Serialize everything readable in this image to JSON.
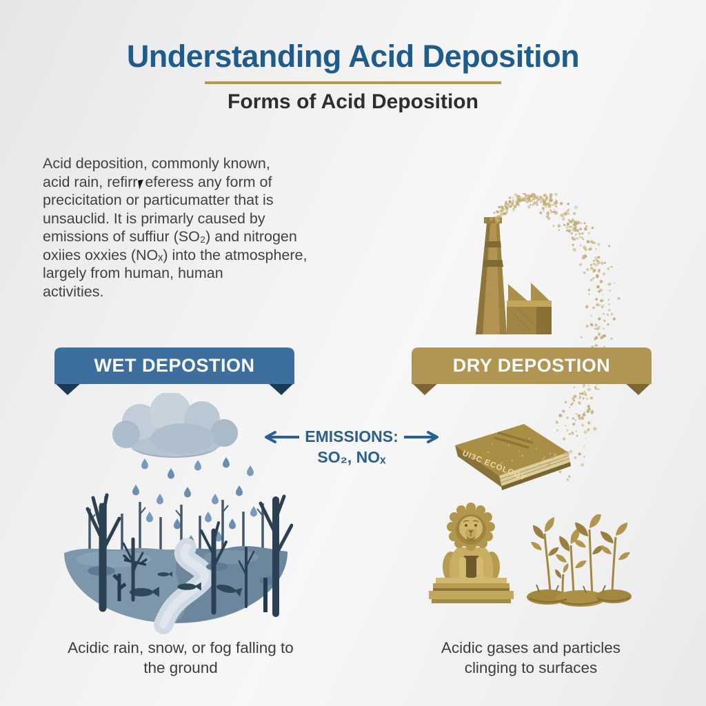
{
  "header": {
    "title": "Understanding Acid Deposition",
    "subtitle": "Forms of Acid Deposition"
  },
  "intro": {
    "l1": "Acid deposition, commonly known,",
    "l2a": "acid rain, refirr",
    "l2b": "eferess any form of",
    "l3": "precicitation or particumatter that is",
    "l4": "unsauclid. It is primarly caused by",
    "l5": "emissions of suffiur (SO₂) and nitrogen",
    "l6": "oxiies oxxies (NOₓ) into the atmosphere,",
    "l7": "largely from human, human",
    "l8": "activities."
  },
  "sections": {
    "wet": {
      "banner_label": "WET DEPOSTION",
      "caption_line1": "Acidic rain, snow, or fog falling to",
      "caption_line2": "the ground"
    },
    "dry": {
      "banner_label": "DRY DEPOSTION",
      "caption_line1": "Acidic gases and particles",
      "caption_line2": "clinging to surfaces"
    }
  },
  "center": {
    "emissions_label": "EMISSIONS:",
    "emissions_formula": "SO₂, NOₓ"
  },
  "book": {
    "spine_text": "UI3C ECOLOGY"
  },
  "colors": {
    "title_blue": "#1e5c8e",
    "gold_accent": "#b5984c",
    "banner_blue": "#3d6f9e",
    "banner_blue_fold": "#1c3a55",
    "banner_gold": "#b19553",
    "banner_gold_fold": "#7c6632",
    "emissions_blue": "#29608f",
    "particle": "#c2ab72"
  }
}
